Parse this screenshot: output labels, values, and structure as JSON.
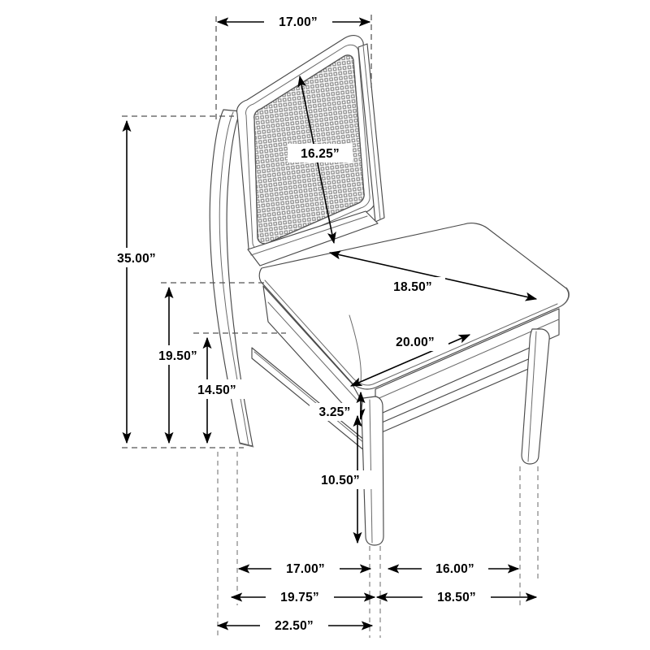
{
  "drawing": {
    "title": "Dining chair dimension diagram",
    "unit_symbol": "”",
    "line_color": "#000000",
    "outline_color": "#4a4a4a",
    "mesh_color": "#8a8a8a",
    "background": "#ffffff"
  },
  "dimensions": {
    "back_width": "17.00”",
    "overall_height": "35.00”",
    "back_panel_diagonal": "16.25”",
    "seat_height_rear": "19.50”",
    "seat_height_front": "14.50”",
    "seat_depth": "18.50”",
    "seat_width": "20.00”",
    "apron_height": "3.25”",
    "leg_clearance": "10.50”",
    "base_front_left": "17.00”",
    "base_front_right": "16.00”",
    "base_mid_left": "19.75”",
    "base_mid_right": "18.50”",
    "base_overall": "22.50”"
  }
}
